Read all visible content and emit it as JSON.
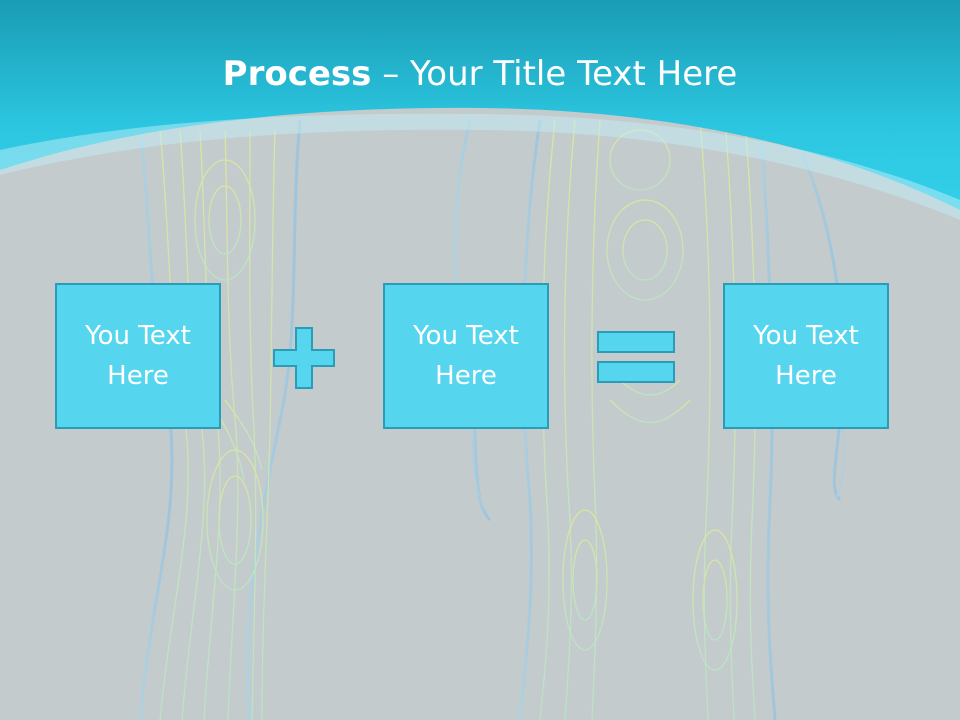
{
  "slide": {
    "title_bold": "Process",
    "title_separator": " – ",
    "title_rest": "Your Title Text Here",
    "boxes": [
      {
        "text": "You Text Here"
      },
      {
        "text": "You Text Here"
      },
      {
        "text": "You Text Here"
      }
    ],
    "operators": [
      "plus-icon",
      "equals-icon"
    ]
  },
  "colors": {
    "background": "#c4cbcd",
    "header_band": "#2cc6e0",
    "header_band_dark": "#1a9cb5",
    "box_fill": "#55d6ee",
    "box_border": "#2b9cb8",
    "text": "#ffffff"
  }
}
